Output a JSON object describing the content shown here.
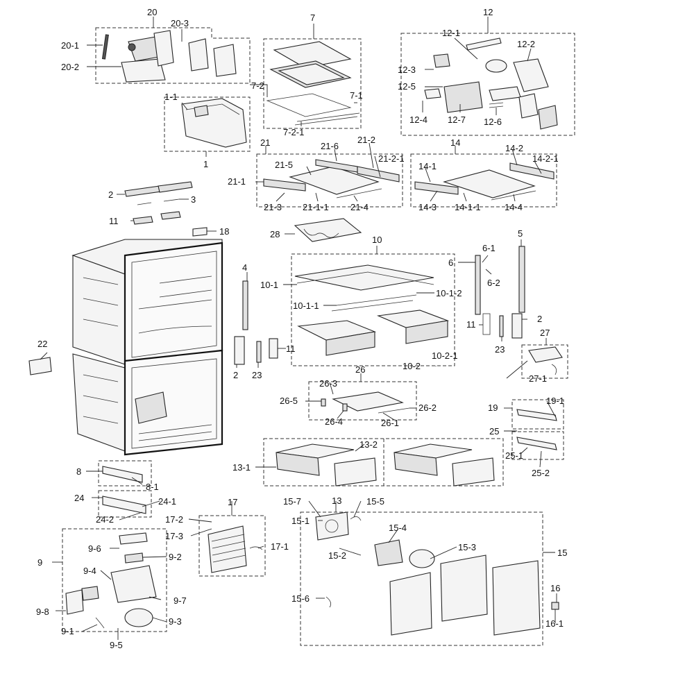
{
  "labels": {
    "p20": "20",
    "p20_1": "20-1",
    "p20_2": "20-2",
    "p20_3": "20-3",
    "p7": "7",
    "p7_1": "7-1",
    "p7_2": "7-2",
    "p7_2_1": "7-2-1",
    "p12": "12",
    "p12_1": "12-1",
    "p12_2": "12-2",
    "p12_3": "12-3",
    "p12_4": "12-4",
    "p12_5": "12-5",
    "p12_6": "12-6",
    "p12_7": "12-7",
    "p1": "1",
    "p1_1": "1-1",
    "p21": "21",
    "p21_1": "21-1",
    "p21_1_1": "21-1-1",
    "p21_2": "21-2",
    "p21_2_1": "21-2-1",
    "p21_3": "21-3",
    "p21_4": "21-4",
    "p21_5": "21-5",
    "p21_6": "21-6",
    "p14": "14",
    "p14_1": "14-1",
    "p14_1_1": "14-1-1",
    "p14_2": "14-2",
    "p14_2_1": "14-2-1",
    "p14_3": "14-3",
    "p14_4": "14-4",
    "p2a": "2",
    "p3": "3",
    "p11a": "11",
    "p18": "18",
    "p28": "28",
    "p10": "10",
    "p10_1": "10-1",
    "p10_1_1": "10-1-1",
    "p10_1_2": "10-1-2",
    "p10_2": "10-2",
    "p10_2_1": "10-2-1",
    "p4": "4",
    "p5": "5",
    "p6": "6",
    "p6_1": "6-1",
    "p6_2": "6-2",
    "p11b": "11",
    "p11c": "11",
    "p2b": "2",
    "p2c": "2",
    "p23a": "23",
    "p23b": "23",
    "p22": "22",
    "p27": "27",
    "p27_1": "27-1",
    "p26": "26",
    "p26_1": "26-1",
    "p26_2": "26-2",
    "p26_3": "26-3",
    "p26_4": "26-4",
    "p26_5": "26-5",
    "p19": "19",
    "p19_1": "19-1",
    "p25": "25",
    "p25_1": "25-1",
    "p25_2": "25-2",
    "p13": "13",
    "p13_1": "13-1",
    "p13_2": "13-2",
    "p8": "8",
    "p8_1": "8-1",
    "p24": "24",
    "p24_1": "24-1",
    "p24_2": "24-2",
    "p17": "17",
    "p17_1": "17-1",
    "p17_2": "17-2",
    "p17_3": "17-3",
    "p15": "15",
    "p15_1": "15-1",
    "p15_2": "15-2",
    "p15_3": "15-3",
    "p15_4": "15-4",
    "p15_5": "15-5",
    "p15_6": "15-6",
    "p15_7": "15-7",
    "p16": "16",
    "p16_1": "16-1",
    "p9": "9",
    "p9_1": "9-1",
    "p9_2": "9-2",
    "p9_3": "9-3",
    "p9_4": "9-4",
    "p9_5": "9-5",
    "p9_6": "9-6",
    "p9_7": "9-7",
    "p9_8": "9-8"
  }
}
